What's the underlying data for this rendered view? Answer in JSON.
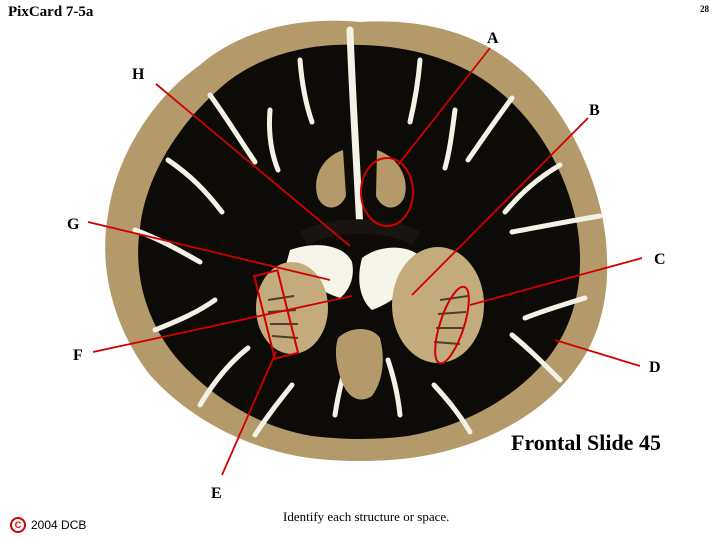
{
  "header": {
    "title": "PixCard 7-5a",
    "page_number": "28"
  },
  "slide": {
    "title": "Frontal Slide 45",
    "instruction": "Identify each structure or space."
  },
  "labels": [
    "A",
    "B",
    "C",
    "D",
    "E",
    "F",
    "G",
    "H"
  ],
  "footer": {
    "copyright_symbol": "C",
    "copyright_text": "2004 DCB"
  },
  "colors": {
    "annotation": "#d00000",
    "gray_matter": "#b49a6a",
    "white_matter": "#0d0b08",
    "ventricle": "#f7f4ea",
    "background": "#ffffff"
  }
}
